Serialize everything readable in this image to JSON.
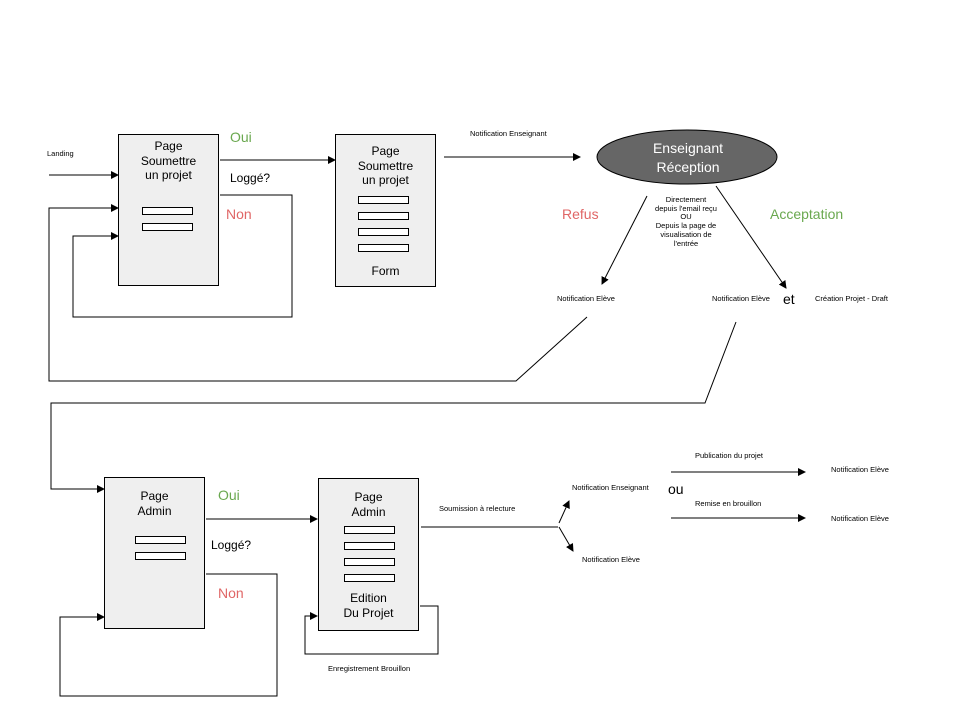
{
  "diagram": {
    "landing": "Landing",
    "box_submit": {
      "line1": "Page",
      "line2": "Soumettre",
      "line3": "un projet"
    },
    "box_form": {
      "line1": "Page",
      "line2": "Soumettre",
      "line3": "un projet",
      "footer": "Form"
    },
    "top_oui": "Oui",
    "top_logged": "Loggé?",
    "top_non": "Non",
    "notif_teacher_top": "Notification Enseignant",
    "reception": {
      "line1": "Enseignant",
      "line2": "Réception"
    },
    "refus": "Refus",
    "acceptation": "Acceptation",
    "reception_note": {
      "line1": "Directement",
      "line2": "depuis l'email reçu",
      "line3": "OU",
      "line4": "Depuis la page de",
      "line5": "visualisation de",
      "line6": "l'entrée"
    },
    "notif_student_refus": "Notification Elève",
    "notif_student_accept": "Notification Elève",
    "et": "et",
    "creation_draft": "Création Projet - Draft",
    "box_admin": {
      "line1": "Page",
      "line2": "Admin"
    },
    "box_edit": {
      "line1": "Page",
      "line2": "Admin",
      "footer1": "Edition",
      "footer2": "Du Projet"
    },
    "bottom_oui": "Oui",
    "bottom_logged": "Loggé?",
    "bottom_non": "Non",
    "soumission": "Soumission à relecture",
    "notif_teacher_bottom": "Notification Enseignant",
    "notif_student_bottom": "Notification Elève",
    "ou": "ou",
    "publication": "Publication du projet",
    "notif_student_pub": "Notification Elève",
    "remise": "Remise en brouillon",
    "notif_student_remise": "Notification Elève",
    "enregistrement": "Enregistrement Brouillon"
  },
  "colors": {
    "yes": "#6aa84f",
    "no": "#e06666",
    "box_fill": "#efefef",
    "ellipse_fill": "#666666"
  }
}
